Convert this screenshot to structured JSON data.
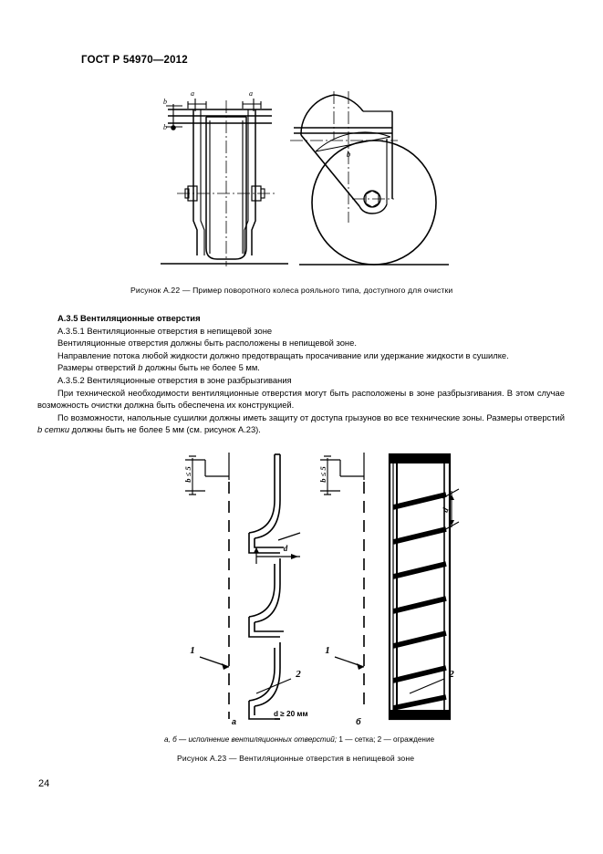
{
  "document": {
    "standard_header": "ГОСТ Р 54970—2012",
    "page_number": "24"
  },
  "figures": [
    {
      "id": "fig-a22",
      "caption": "Рисунок  А.22 — Пример поворотного колеса рояльного типа, доступного для очистки",
      "labels": [
        "a",
        "a",
        "b",
        "b"
      ]
    },
    {
      "id": "fig-a23",
      "subcaption_parts": {
        "italic_1": "а, б — исполнение вентиляционных отверстий;",
        "plain_1": " 1 —  сетка; 2 —  ограждение"
      },
      "caption": "Рисунок  А.23 — Вентиляционные отверстия в непищевой зоне",
      "letter_a": "а",
      "letter_b": "б",
      "dim_b": "b ≤ 5",
      "dim_d": "d",
      "dim_d20": "d ≥ 20 мм",
      "callout_1": "1",
      "callout_2": "2"
    }
  ],
  "body": {
    "paragraphs": [
      {
        "style": "bold-indent",
        "runs": [
          {
            "t": "А.3.5  Вентиляционные отверстия",
            "i": false
          }
        ]
      },
      {
        "style": "indent",
        "runs": [
          {
            "t": "А.3.5.1  Вентиляционные отверстия в непищевой зоне",
            "i": false
          }
        ]
      },
      {
        "style": "indent",
        "runs": [
          {
            "t": "Вентиляционные отверстия должны быть расположены в непищевой зоне.",
            "i": false
          }
        ]
      },
      {
        "style": "indent-justify",
        "runs": [
          {
            "t": "Направление потока любой жидкости должно предотвращать просачивание или удержание жидкости в сушилке.",
            "i": false
          }
        ]
      },
      {
        "style": "indent",
        "runs": [
          {
            "t": "Размеры отверстий ",
            "i": false
          },
          {
            "t": "b",
            "i": true
          },
          {
            "t": " должны быть не более 5 мм.",
            "i": false
          }
        ]
      },
      {
        "style": "indent",
        "runs": [
          {
            "t": "А.3.5.2  Вентиляционные отверстия в зоне разбрызгивания",
            "i": false
          }
        ]
      },
      {
        "style": "indent-justify",
        "runs": [
          {
            "t": "При технической необходимости вентиляционные отверстия могут быть расположены в зоне разбрызгивания. В этом случае возможность очистки должна быть обеспечена их конструкцией.",
            "i": false
          }
        ]
      },
      {
        "style": "indent-justify",
        "runs": [
          {
            "t": "По возможности, напольные сушилки должны иметь защиту от доступа грызунов во все технические зоны. Размеры отверстий ",
            "i": false
          },
          {
            "t": "b сетки",
            "i": true
          },
          {
            "t": " должны быть не более 5 мм (см. рисунок А.23).",
            "i": false
          }
        ]
      }
    ]
  }
}
